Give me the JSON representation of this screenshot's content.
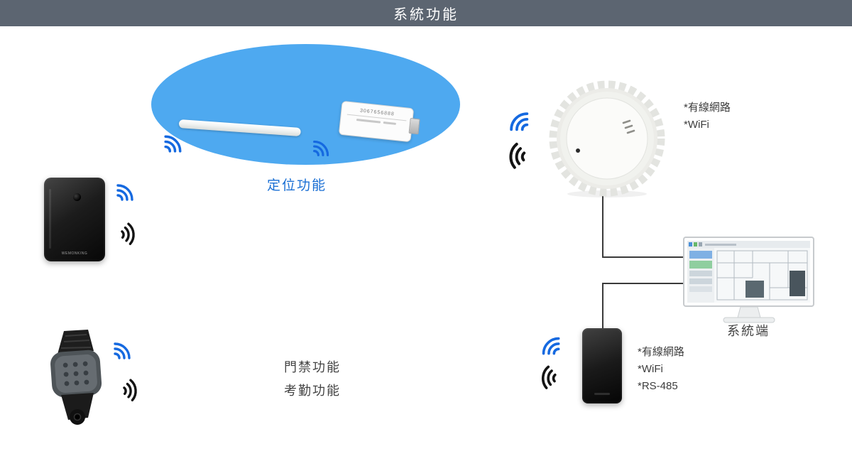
{
  "header": {
    "title": "系統功能"
  },
  "positioning": {
    "label": "定位功能",
    "dongle": {
      "serial": "3067656888"
    }
  },
  "card_reader": {
    "brand": "WEMONKING"
  },
  "functions": {
    "access": "門禁功能",
    "attendance": "考勤功能"
  },
  "gateway": {
    "notes": [
      "*有線網路",
      "*WiFi"
    ]
  },
  "door_reader": {
    "notes": [
      "*有線網路",
      "*WiFi",
      "*RS-485"
    ]
  },
  "system_terminal": {
    "label": "系統端"
  },
  "colors": {
    "header_bg": "#5c6571",
    "zone_blue": "#4ea9f0",
    "label_blue": "#1a6fd4",
    "signal_blue": "#1569e0",
    "signal_black": "#141414",
    "text_dark": "#3d3d3d",
    "connector": "#3a3a3a"
  }
}
